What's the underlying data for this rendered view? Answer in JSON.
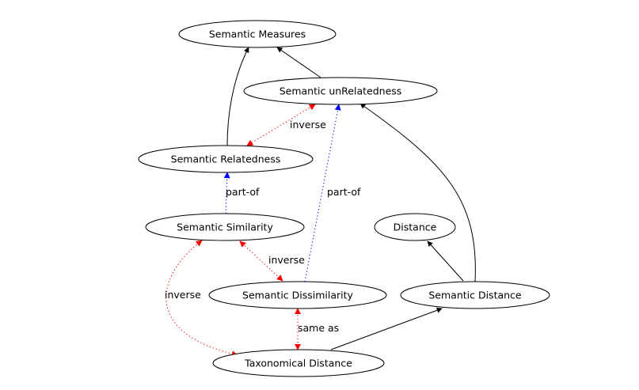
{
  "colors": {
    "node_stroke": "#000000",
    "edge_subclass": "#000000",
    "edge_inverse": "#ff0000",
    "edge_part_of": "#0000ff",
    "edge_same_as": "#ff0000"
  },
  "nodes": {
    "semantic_measures": "Semantic Measures",
    "semantic_unrelatedness": "Semantic unRelatedness",
    "semantic_relatedness": "Semantic Relatedness",
    "semantic_similarity": "Semantic Similarity",
    "distance": "Distance",
    "semantic_dissimilarity": "Semantic Dissimilarity",
    "semantic_distance": "Semantic Distance",
    "taxonomical_distance": "Taxonomical Distance"
  },
  "edges": {
    "inverse_1": "inverse",
    "part_of_1": "part-of",
    "part_of_2": "part-of",
    "inverse_2": "inverse",
    "inverse_3": "inverse",
    "same_as": "same as"
  }
}
